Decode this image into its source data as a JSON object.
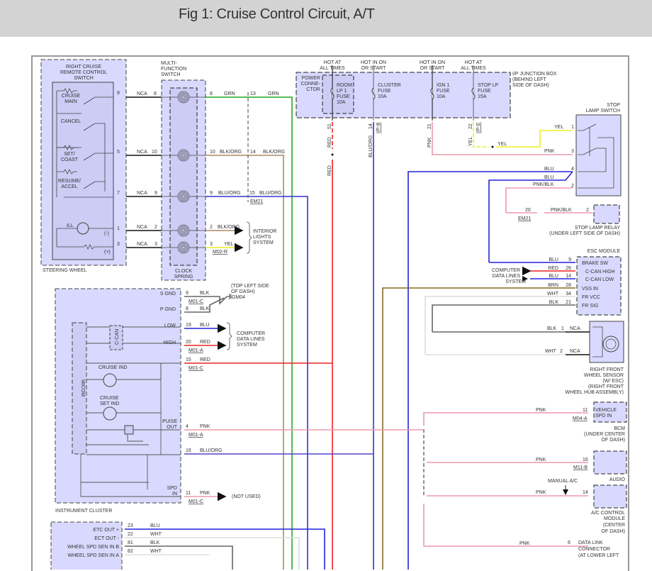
{
  "header": {
    "title": "Fig 1: Cruise Control Circuit, A/T"
  },
  "colors": {
    "component_fill": "#d9d9ff",
    "grn": "#22aa22",
    "blu": "#2222dd",
    "red": "#ee2222",
    "pnk": "#ee99aa",
    "yel": "#eeee22",
    "blk_org": "#aa8866",
    "blu_org": "#5544cc",
    "brn": "#886622",
    "wht": "#dddddd",
    "blk": "#555555",
    "nca": "#111111"
  },
  "steering_switch": {
    "title": [
      "RIGHT CRUISE",
      "REMOTE CONTROL",
      "SWITCH"
    ],
    "switches": [
      "CRUISE",
      "MAIN",
      "CANCEL",
      "SET/",
      "COAST",
      "RESUME/",
      "ACCEL"
    ],
    "ill": "ILL",
    "minus": "(-)",
    "plus": "(+)",
    "footer": "STEERING WHEEL",
    "pins": [
      "8",
      "5",
      "7",
      "1",
      "3"
    ]
  },
  "multifunction": {
    "title": [
      "MULTI-",
      "FUNCTION",
      "SWITCH"
    ],
    "footer": [
      "CLOCK",
      "SPRING"
    ],
    "in_pins": [
      "8",
      "10",
      "9",
      "2",
      "3"
    ],
    "out_pins": [
      "8",
      "10",
      "9",
      "2",
      "3"
    ]
  },
  "nca_label": "NCA",
  "wires_mid": {
    "grn": "GRN",
    "blk_org": "BLK/ORG",
    "blu_org": "BLU/ORG",
    "yel": "YEL",
    "pins_13": "13",
    "pins_14": "14",
    "pins_15": "15",
    "em21": "EM21",
    "m02r": "M02-R",
    "interior": [
      "INTERIOR",
      "LIGHTS",
      "SYSTEM"
    ]
  },
  "junction_box": {
    "title": [
      "I/P JUNCTION BOX",
      "(BEHIND LEFT",
      "SIDE OF DASH)"
    ],
    "power_connector": [
      "POWER",
      "CONNE-",
      "CTOR"
    ],
    "fuses": [
      {
        "hot": [
          "HOT AT",
          "ALL TIMES"
        ],
        "name": [
          "ROOM",
          "LP 1",
          "FUSE",
          "10A"
        ],
        "pin": "51",
        "wire": "RED",
        "conn": ""
      },
      {
        "hot": [
          "HOT IN ON",
          "OR START"
        ],
        "name": [
          "CLUSTER",
          "FUSE",
          "10A"
        ],
        "pin": "14",
        "wire": "BLU/ORG",
        "conn": "I/P-B"
      },
      {
        "hot": [
          "HOT IN ON",
          "OR START"
        ],
        "name": [
          "IGN 1",
          "FUSE",
          "10A"
        ],
        "pin": "21",
        "wire": "PNK",
        "conn": ""
      },
      {
        "hot": [
          "HOT AT",
          "ALL TIMES"
        ],
        "name": [
          "STOP LP",
          "FUSE",
          "15A"
        ],
        "pin": "22",
        "wire": "YEL",
        "conn": "I/P-E"
      }
    ]
  },
  "stop_lamp_switch": {
    "title": [
      "STOP",
      "LAMP SWITCH"
    ],
    "pins": [
      {
        "pin": "1",
        "wire": "YEL"
      },
      {
        "pin": "3",
        "wire": "PNK"
      },
      {
        "pin": "4",
        "wire": "BLU"
      },
      {
        "pin": "2",
        "wire": "PNK/BLK"
      }
    ],
    "blu2": "BLU"
  },
  "stop_lamp_relay": {
    "title": [
      "STOP LAMP RELAY",
      "(UNDER LEFT SIDE OF DASH)"
    ],
    "pin": "2",
    "wire": "PNK/BLK",
    "conn_pin": "20",
    "conn": "EM21"
  },
  "esc_module": {
    "title": "ESC MODULE",
    "pins": [
      {
        "pin": "9",
        "wire": "BLU",
        "label": "BRAKE SW"
      },
      {
        "pin": "26",
        "wire": "RED",
        "label": "C-CAN HIGH"
      },
      {
        "pin": "14",
        "wire": "BLU",
        "label": "C-CAN LOW"
      },
      {
        "pin": "28",
        "wire": "BRN",
        "label": "VSS IN"
      },
      {
        "pin": "34",
        "wire": "WHT",
        "label": "FR VCC"
      },
      {
        "pin": "21",
        "wire": "BLK",
        "label": "FR SIG"
      }
    ],
    "data_lines": [
      "COMPUTER",
      "DATA LINES",
      "SYSTEM"
    ]
  },
  "wheel_sensor": {
    "title": [
      "RIGHT FRONT",
      "WHEEL SENSOR",
      "(W/ ESC)",
      "(RIGHT FRONT",
      "WHEEL HUB ASSEMBLY)"
    ],
    "pins": [
      {
        "pin": "1",
        "wire": "BLK"
      },
      {
        "pin": "2",
        "wire": "WHT"
      }
    ]
  },
  "bcm": {
    "label": [
      "VEHICLE",
      "SPD IN"
    ],
    "title": [
      "BCM",
      "(UNDER CENTER",
      "OF DASH)"
    ],
    "pin": "11",
    "wire": "PNK",
    "conn": "M04-A"
  },
  "audio": {
    "title": "AUDIO",
    "pin": "16",
    "wire": "PNK",
    "conn": "M11-B"
  },
  "ac_control": {
    "title": [
      "A/C CONTROL",
      "MODULE",
      "(CENTER",
      "OF DASH)"
    ],
    "pin": "14",
    "wire": "PNK",
    "note": "MANUAL A/C"
  },
  "dlc": {
    "title": [
      "DATA LINK",
      "CONNECTOR",
      "(AT LOWER LEFT"
    ],
    "pin": "6",
    "wire": "PNK"
  },
  "instrument_cluster": {
    "footer": "INSTRUMENT CLUSTER",
    "micom": "MICOM",
    "ccan": "C-CAN",
    "ground_note": [
      "(TOP LEFT SIDE",
      "OF DASH)"
    ],
    "ground": "GM04",
    "cruise_ind": "CRUISE IND",
    "cruise_set_ind": [
      "CRUISE",
      "SET IND"
    ],
    "pins": [
      {
        "label": "S GND",
        "pin": "9",
        "wire": "BLK",
        "conn": "M01-C"
      },
      {
        "label": "P GND",
        "pin": "8",
        "wire": "BLK",
        "conn": ""
      },
      {
        "label": "LOW",
        "pin": "19",
        "wire": "BLU",
        "conn": ""
      },
      {
        "label": "HIGH",
        "pin": "20",
        "wire": "RED",
        "conn": "M01-A"
      },
      {
        "label": "",
        "pin": "15",
        "wire": "RED",
        "conn": "M01-C"
      },
      {
        "label": "PUISE OUT",
        "pin": "4",
        "wire": "PNK",
        "conn": "M01-A"
      },
      {
        "label": "",
        "pin": "16",
        "wire": "BLU/ORG",
        "conn": ""
      },
      {
        "label": "SPD IN",
        "pin": "11",
        "wire": "PNK",
        "conn": "M01-C"
      }
    ],
    "data_lines": [
      "COMPUTER",
      "DATA LINES",
      "SYSTEM"
    ],
    "not_used": "(NOT USED)"
  },
  "ecm_block": {
    "pins": [
      {
        "label": "ETC OUT +",
        "pin": "23",
        "wire": "BLU"
      },
      {
        "label": "ECT OUT -",
        "pin": "22",
        "wire": "WHT"
      },
      {
        "label": "WHEEL SPD SEN IN B",
        "pin": "81",
        "wire": "BLK"
      },
      {
        "label": "WHEEL SPD SEN IN A",
        "pin": "82",
        "wire": "WHT"
      }
    ]
  }
}
